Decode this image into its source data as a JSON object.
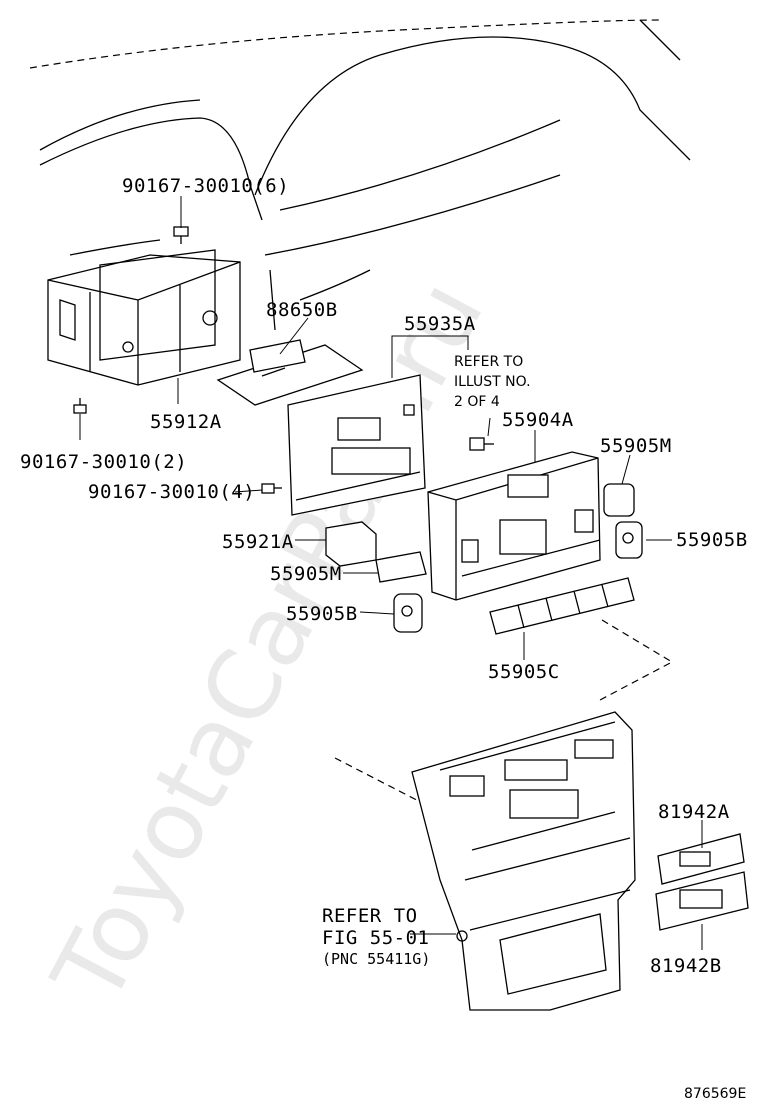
{
  "watermark": "ToyotaCarPart.ru",
  "drawing_id": "876569E",
  "callouts": {
    "bolt_top": "90167-30010(6)",
    "bolt_left": "90167-30010(2)",
    "bolt_mid": "90167-30010(4)",
    "amp": "88650B",
    "bracket": "55912A",
    "panel_sub": "55935A",
    "control_unit": "55904A",
    "knob_right_m": "55905M",
    "knob_right_b": "55905B",
    "switch_a": "55921A",
    "knob_left_m": "55905M",
    "knob_left_b": "55905B",
    "button_row": "55905C",
    "bezel_top": "81942A",
    "bezel_bottom": "81942B"
  },
  "notes": {
    "refer_illust": [
      "REFER TO",
      "ILLUST NO.",
      "2 OF 4"
    ],
    "refer_fig": [
      "REFER TO",
      "FIG 55-01",
      "(PNC 55411G)"
    ]
  },
  "colors": {
    "line": "#000000",
    "watermark": "#e9e9e9",
    "background": "#ffffff"
  }
}
